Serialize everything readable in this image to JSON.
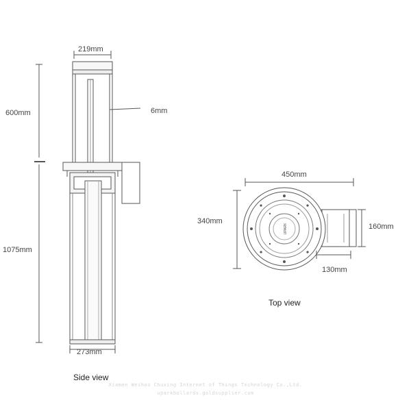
{
  "side_view": {
    "caption": "Side view",
    "dims": {
      "top_width": "219mm",
      "upper_height": "600mm",
      "wall": "6mm",
      "lower_height": "1075mm",
      "bottom_width": "273mm"
    }
  },
  "top_view": {
    "caption": "Top view",
    "brand": "UPARK",
    "dims": {
      "width": "450mm",
      "height": "340mm",
      "box_height": "160mm",
      "box_width": "130mm"
    }
  },
  "watermark": {
    "line1": "Xiamen Weihao Chuxing Internet of Things Technology Co.,Ltd.",
    "line2": "uparkbollards.goldsupplier.com"
  },
  "colors": {
    "line": "#555555",
    "fill": "#f7f7f7"
  }
}
